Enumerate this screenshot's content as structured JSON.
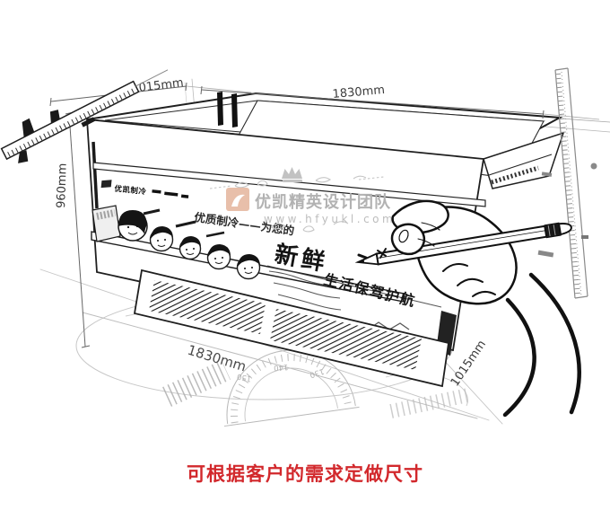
{
  "caption": {
    "text": "可根据客户的需求定做尺寸",
    "color": "#d2282c"
  },
  "dimensions": {
    "top_depth": "1015mm",
    "top_width": "1830mm",
    "left_height": "960mm",
    "bottom_width": "1830mm",
    "bottom_depth": "1015mm"
  },
  "cabinet": {
    "brand": "优凯制冷",
    "ad_intro": "优质制冷——为您的",
    "ad_fresh": "新鲜",
    "ad_slogan": "生活保驾护航"
  },
  "watermark": {
    "team": "优凯精英设计团队",
    "url": "www.hfyukl.com"
  },
  "protractor": {
    "n1": "150",
    "n2": "140",
    "n3": "130"
  },
  "colors": {
    "ink": "#1f1f1f",
    "dim_line": "#666666",
    "faint_gray": "#b5b5b5",
    "watermark_gray": "#b2b2b2",
    "logo_peach": "#e4b49b",
    "caption_red": "#d2282c"
  }
}
